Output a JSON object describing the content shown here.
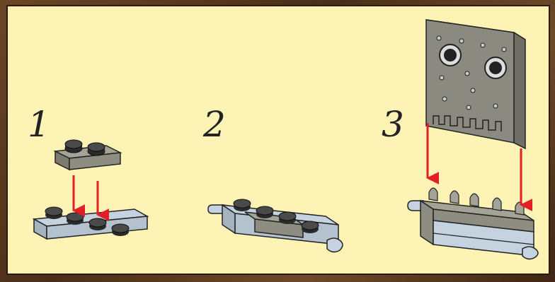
{
  "steps": [
    {
      "number": "1"
    },
    {
      "number": "2"
    },
    {
      "number": "3"
    }
  ],
  "colors": {
    "background": "#fdf3b4",
    "frame": "#5a3a22",
    "light_bluish_gray": "#c4d3df",
    "dark_gray": "#8a8a80",
    "stud_dark": "#2a2a2a",
    "arrow_red": "#e21e26"
  },
  "pieces": [
    {
      "step": 1,
      "name": "plate-1x2-dark-gray"
    },
    {
      "step": 1,
      "name": "plate-1x4-light-gray"
    },
    {
      "step": 2,
      "name": "hinge-plate-assembly"
    },
    {
      "step": 3,
      "name": "tile-panel-dark-gray"
    },
    {
      "step": 3,
      "name": "hinge-base-assembly"
    }
  ]
}
